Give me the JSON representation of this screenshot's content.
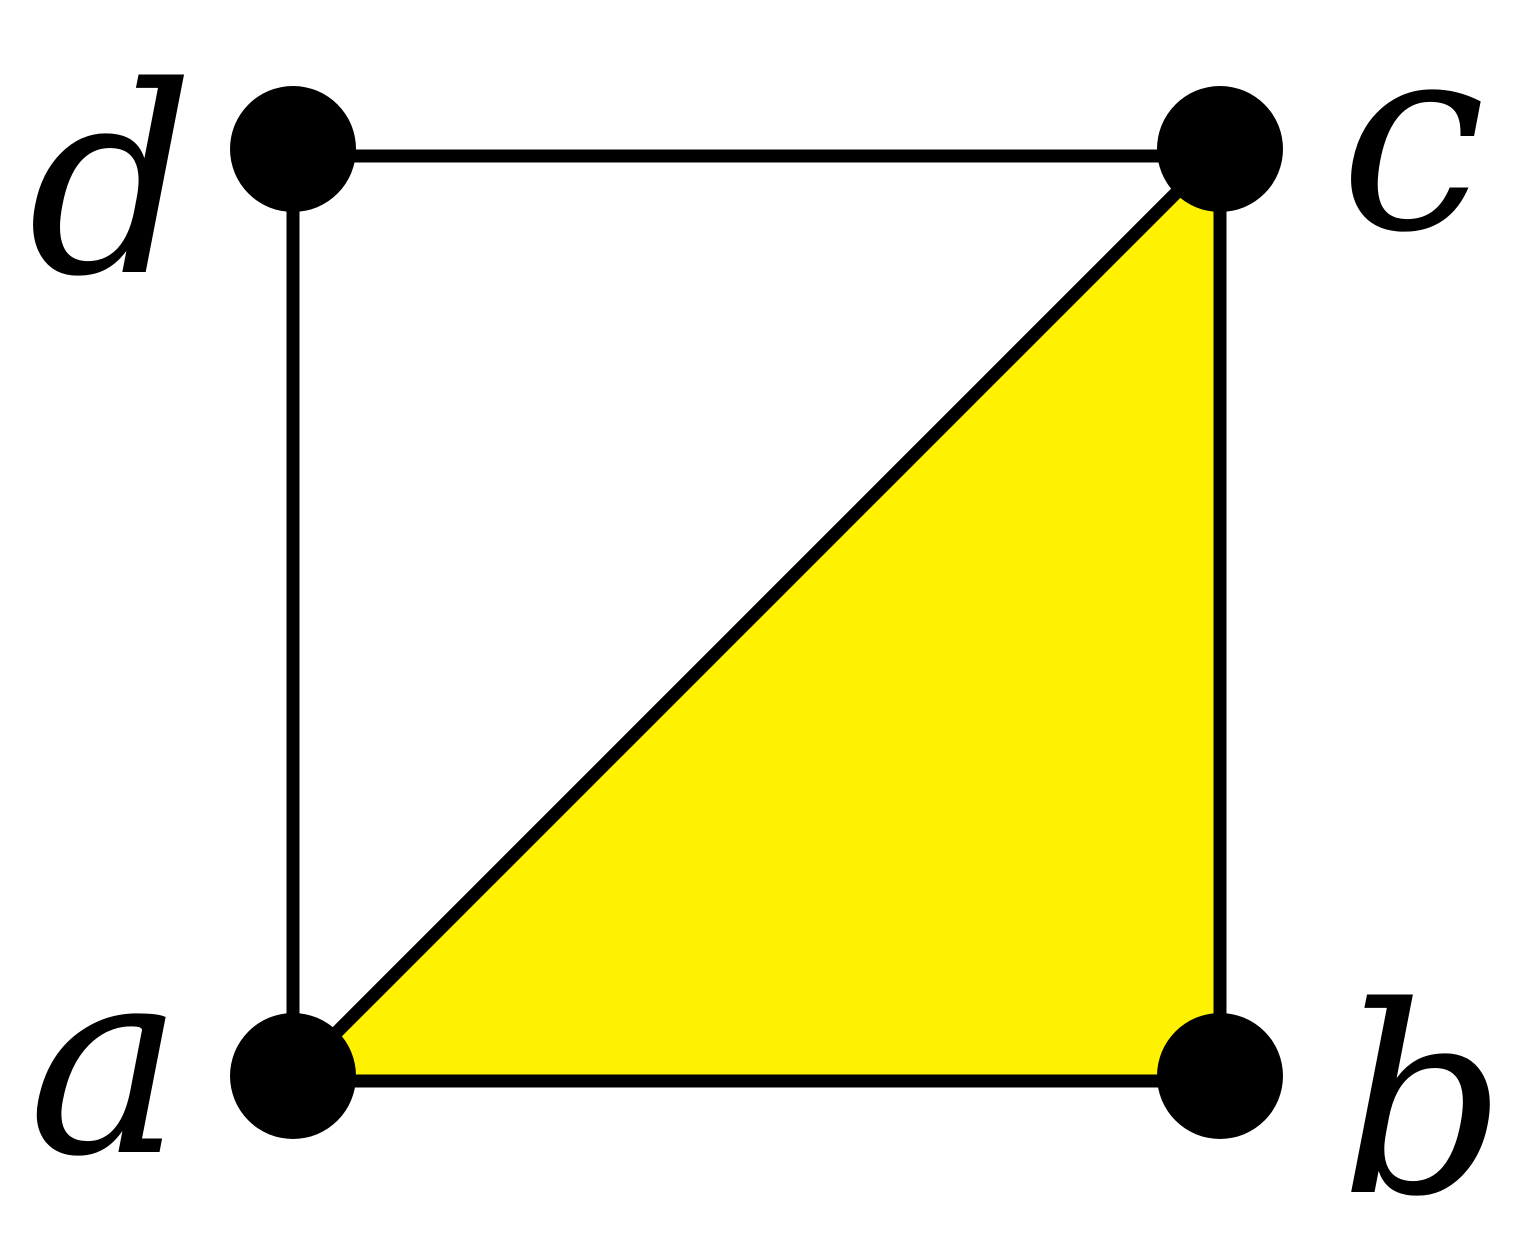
{
  "diagram": {
    "fill_color": "#FFF200",
    "line_color": "#000000",
    "vertices": [
      {
        "id": "a",
        "label": "a"
      },
      {
        "id": "b",
        "label": "b"
      },
      {
        "id": "c",
        "label": "c"
      },
      {
        "id": "d",
        "label": "d"
      }
    ],
    "edges": [
      [
        "a",
        "b"
      ],
      [
        "b",
        "c"
      ],
      [
        "c",
        "d"
      ],
      [
        "d",
        "a"
      ],
      [
        "a",
        "c"
      ]
    ],
    "filled_triangle": [
      "a",
      "b",
      "c"
    ]
  }
}
